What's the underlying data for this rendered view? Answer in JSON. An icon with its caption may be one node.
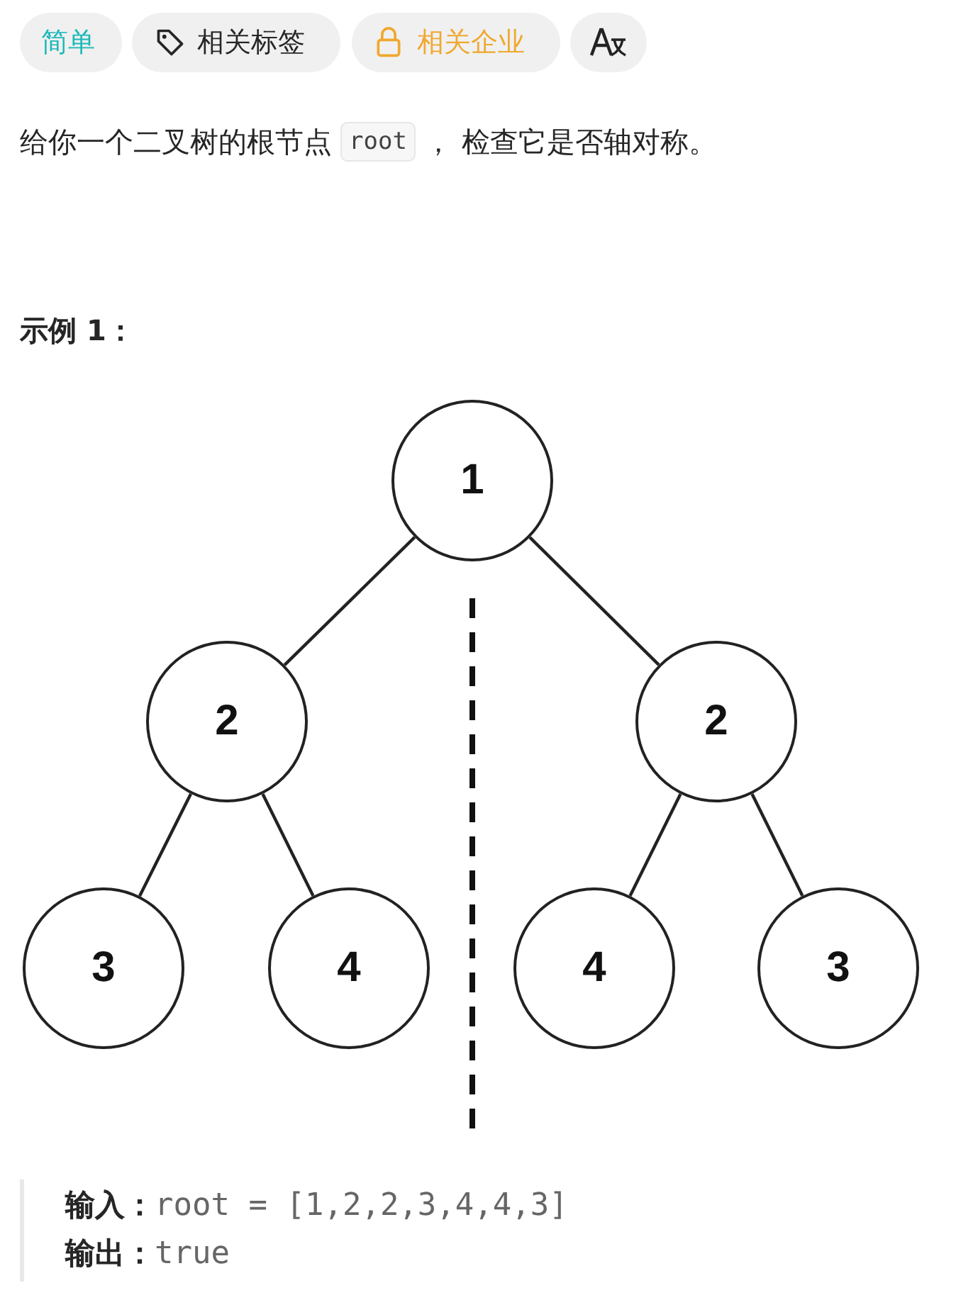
{
  "diagram": {
    "nodes": [
      {
        "text": [
          "1"
        ]
      },
      {
        "text": [
          "2"
        ]
      },
      {
        "text": [
          "2"
        ]
      },
      {
        "text": [
          "3"
        ]
      },
      {
        "text": [
          "4"
        ]
      },
      {
        "text": [
          "4"
        ]
      },
      {
        "text": [
          "3"
        ]
      }
    ],
    "edges": [
      {
        "from": 0,
        "to": 1,
        "arrow": "none"
      },
      {
        "from": 0,
        "to": 2,
        "arrow": "none"
      },
      {
        "from": 1,
        "to": 3,
        "arrow": "none"
      },
      {
        "from": 1,
        "to": 4,
        "arrow": "none"
      },
      {
        "from": 2,
        "to": 5,
        "arrow": "none"
      },
      {
        "from": 2,
        "to": 6,
        "arrow": "none"
      }
    ],
    "labels": [
      "简单",
      "相关标签",
      "相关企业",
      "给你一个二叉树的根节点",
      "root",
      "， 检查它是否轴对称。",
      "示例 1：",
      "输入：",
      "root = [1,2,2,3,4,4,3]",
      "输出：",
      "true"
    ]
  }
}
